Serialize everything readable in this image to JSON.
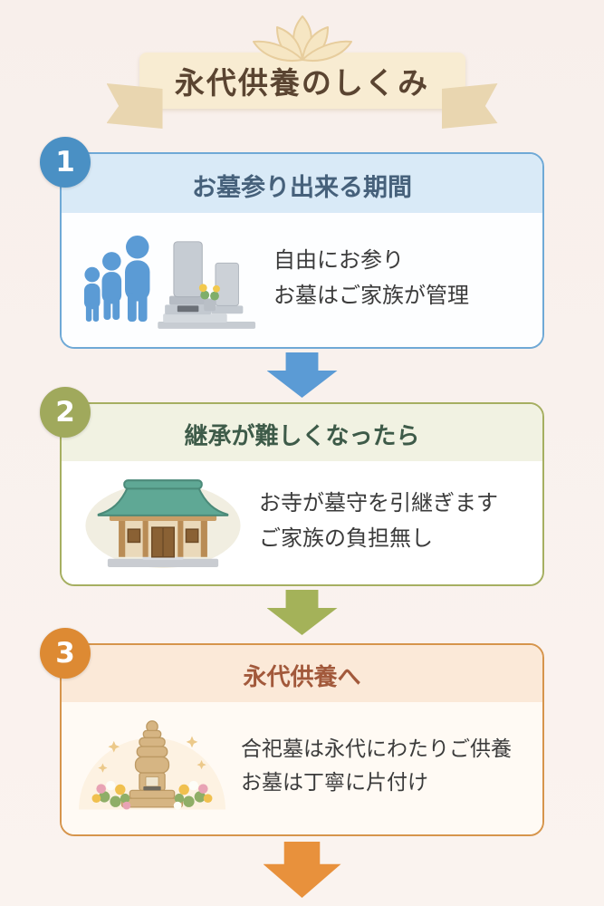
{
  "banner": {
    "icon": "lotus-icon",
    "title": "永代供養のしくみ",
    "ribbon_color": "#f8ecd2",
    "tail_color": "#e9d6b0",
    "title_color": "#5a4431"
  },
  "steps": [
    {
      "number": "1",
      "title": "お墓参り出来る期間",
      "lines": [
        "自由にお参り",
        "お墓はご家族が管理"
      ],
      "icon": "family-grave-icon",
      "accent_color": "#4a90c4",
      "header_bg": "#d9eaf7",
      "title_color": "#46617b",
      "arrow_color": "#5b9bd5"
    },
    {
      "number": "2",
      "title": "継承が難しくなったら",
      "lines": [
        "お寺が墓守を引継ぎます",
        "ご家族の負担無し"
      ],
      "icon": "temple-icon",
      "accent_color": "#a0a95c",
      "header_bg": "#f1f2e2",
      "title_color": "#3e5b49",
      "arrow_color": "#a4b259"
    },
    {
      "number": "3",
      "title": "永代供養へ",
      "lines": [
        "合祀墓は永代にわたりご供養",
        "お墓は丁寧に片付け"
      ],
      "icon": "memorial-tower-icon",
      "accent_color": "#dd8a33",
      "header_bg": "#fbe9d8",
      "title_color": "#a2593b",
      "arrow_color": "#e8913c"
    }
  ]
}
